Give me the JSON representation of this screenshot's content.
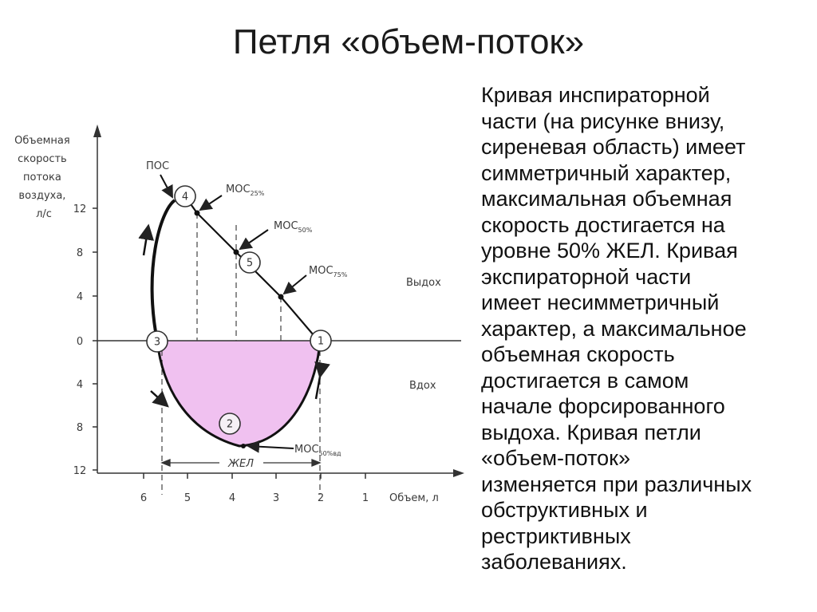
{
  "slide": {
    "title": "Петля «объем-поток»",
    "description_lines": [
      "Кривая инспираторной",
      "части (на рисунке внизу,",
      "сиреневая область) имеет",
      "симметричный характер,",
      "максимальная объемная",
      "скорость достигается на",
      "уровне 50% ЖЕЛ. Кривая",
      "экспираторной части",
      "имеет несимметричный",
      "характер, а максимальное",
      "объемная скорость",
      "достигается в самом",
      "начале форсированного",
      "выдоха. Кривая петли",
      "«объем-поток»",
      "изменяется при различных",
      "обструктивных и",
      "рестриктивных",
      "заболеваниях."
    ]
  },
  "diagram": {
    "y_axis_title_lines": [
      "Объемная",
      "скорость",
      "потока",
      "воздуха,",
      "л/с"
    ],
    "y_ticks": [
      "12",
      "8",
      "4",
      "0",
      "4",
      "8",
      "12"
    ],
    "x_ticks": [
      "6",
      "5",
      "4",
      "3",
      "2",
      "1"
    ],
    "x_axis_title": "Объем, л",
    "exhale_label": "Выдох",
    "inhale_label": "Вдох",
    "pos_label": "ПОС",
    "mos25": {
      "main": "МОС",
      "sub": "25%"
    },
    "mos50": {
      "main": "МОС",
      "sub": "50%"
    },
    "mos75": {
      "main": "МОС",
      "sub": "75%"
    },
    "mos50vd": {
      "main": "МОС",
      "sub": "50%вд"
    },
    "zhel_label": "ЖЕЛ",
    "points": [
      "1",
      "2",
      "3",
      "4",
      "5"
    ],
    "inspiratory_fill": "#f0c1f0"
  }
}
